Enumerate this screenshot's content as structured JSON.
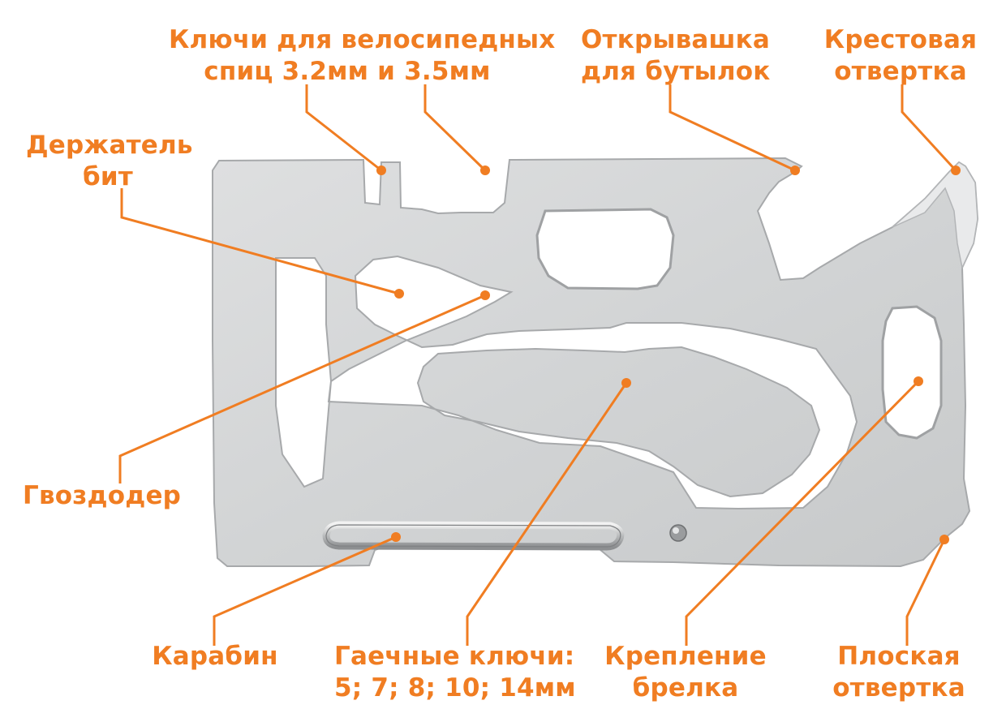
{
  "colors": {
    "accent": "#f07d22",
    "metal_light": "#d9dadb",
    "metal_mid": "#c4c6c7",
    "metal_dark": "#8e9092",
    "background": "#ffffff"
  },
  "labels": {
    "spoke_wrench": {
      "line1": "Ключи для велосипедных",
      "line2": "спиц 3.2мм и 3.5мм"
    },
    "bottle_opener": {
      "line1": "Открывашка",
      "line2": "для бутылок"
    },
    "phillips_screwdriver": {
      "line1": "Крестовая",
      "line2": "отвертка"
    },
    "bit_holder": {
      "line1": "Держатель",
      "line2": "бит"
    },
    "nail_puller": {
      "line1": "Гвоздодер"
    },
    "carabiner": {
      "line1": "Карабин"
    },
    "spanners": {
      "line1": "Гаечные ключи:",
      "line2": "5; 7; 8; 10; 14мм"
    },
    "keyring_mount": {
      "line1": "Крепление",
      "line2": "брелка"
    },
    "flat_screwdriver": {
      "line1": "Плоская",
      "line2": "отвертка"
    }
  }
}
